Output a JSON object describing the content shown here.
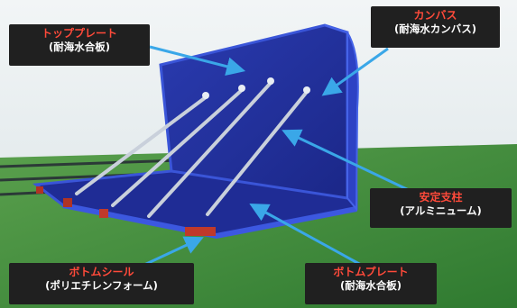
{
  "labels": {
    "top_plate": {
      "title": "トッププレート",
      "sub": "(耐海水合板)"
    },
    "canvas": {
      "title": "カンバス",
      "sub": "(耐海水カンバス)"
    },
    "stay": {
      "title": "安定支柱",
      "sub": "(アルミニューム)"
    },
    "bottom_seal": {
      "title": "ボトムシール",
      "sub": "(ポリエチレンフォーム)"
    },
    "bottom_plate": {
      "title": "ボトムプレート",
      "sub": "(耐海水合板)"
    }
  },
  "colors": {
    "callout_bg": "#202020",
    "callout_title": "#ff4a3a",
    "callout_sub": "#ffffff",
    "arrow": "#3aa7e8",
    "panel_blue": "#2433a6",
    "frame_blue": "#2f47c8",
    "ground_green": "#3d8a3a",
    "sky": "#e6ecef"
  }
}
